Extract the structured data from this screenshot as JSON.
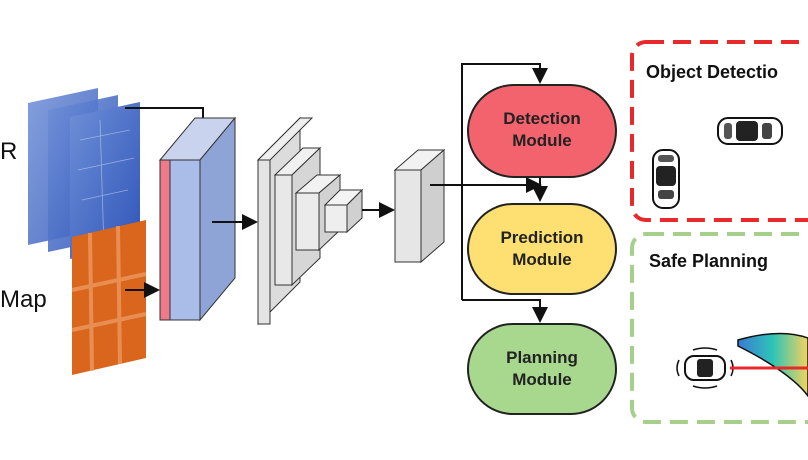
{
  "inputs": {
    "lidar_label": "R",
    "map_label": "Map"
  },
  "modules": {
    "detection": {
      "line1": "Detection",
      "line2": "Module",
      "color": "#f2636e"
    },
    "prediction": {
      "line1": "Prediction",
      "line2": "Module",
      "color": "#fde071"
    },
    "planning": {
      "line1": "Planning",
      "line2": "Module",
      "color": "#a8d88e"
    }
  },
  "panels": {
    "object_detection": {
      "title": "Object Detectio",
      "border_color": "#e8282a"
    },
    "safe_planning": {
      "title": "Safe Planning",
      "border_color": "#a6cf8c"
    }
  },
  "icons": [
    "car-top-view-icon",
    "trajectory-fan-icon",
    "ego-vehicle-icon"
  ]
}
